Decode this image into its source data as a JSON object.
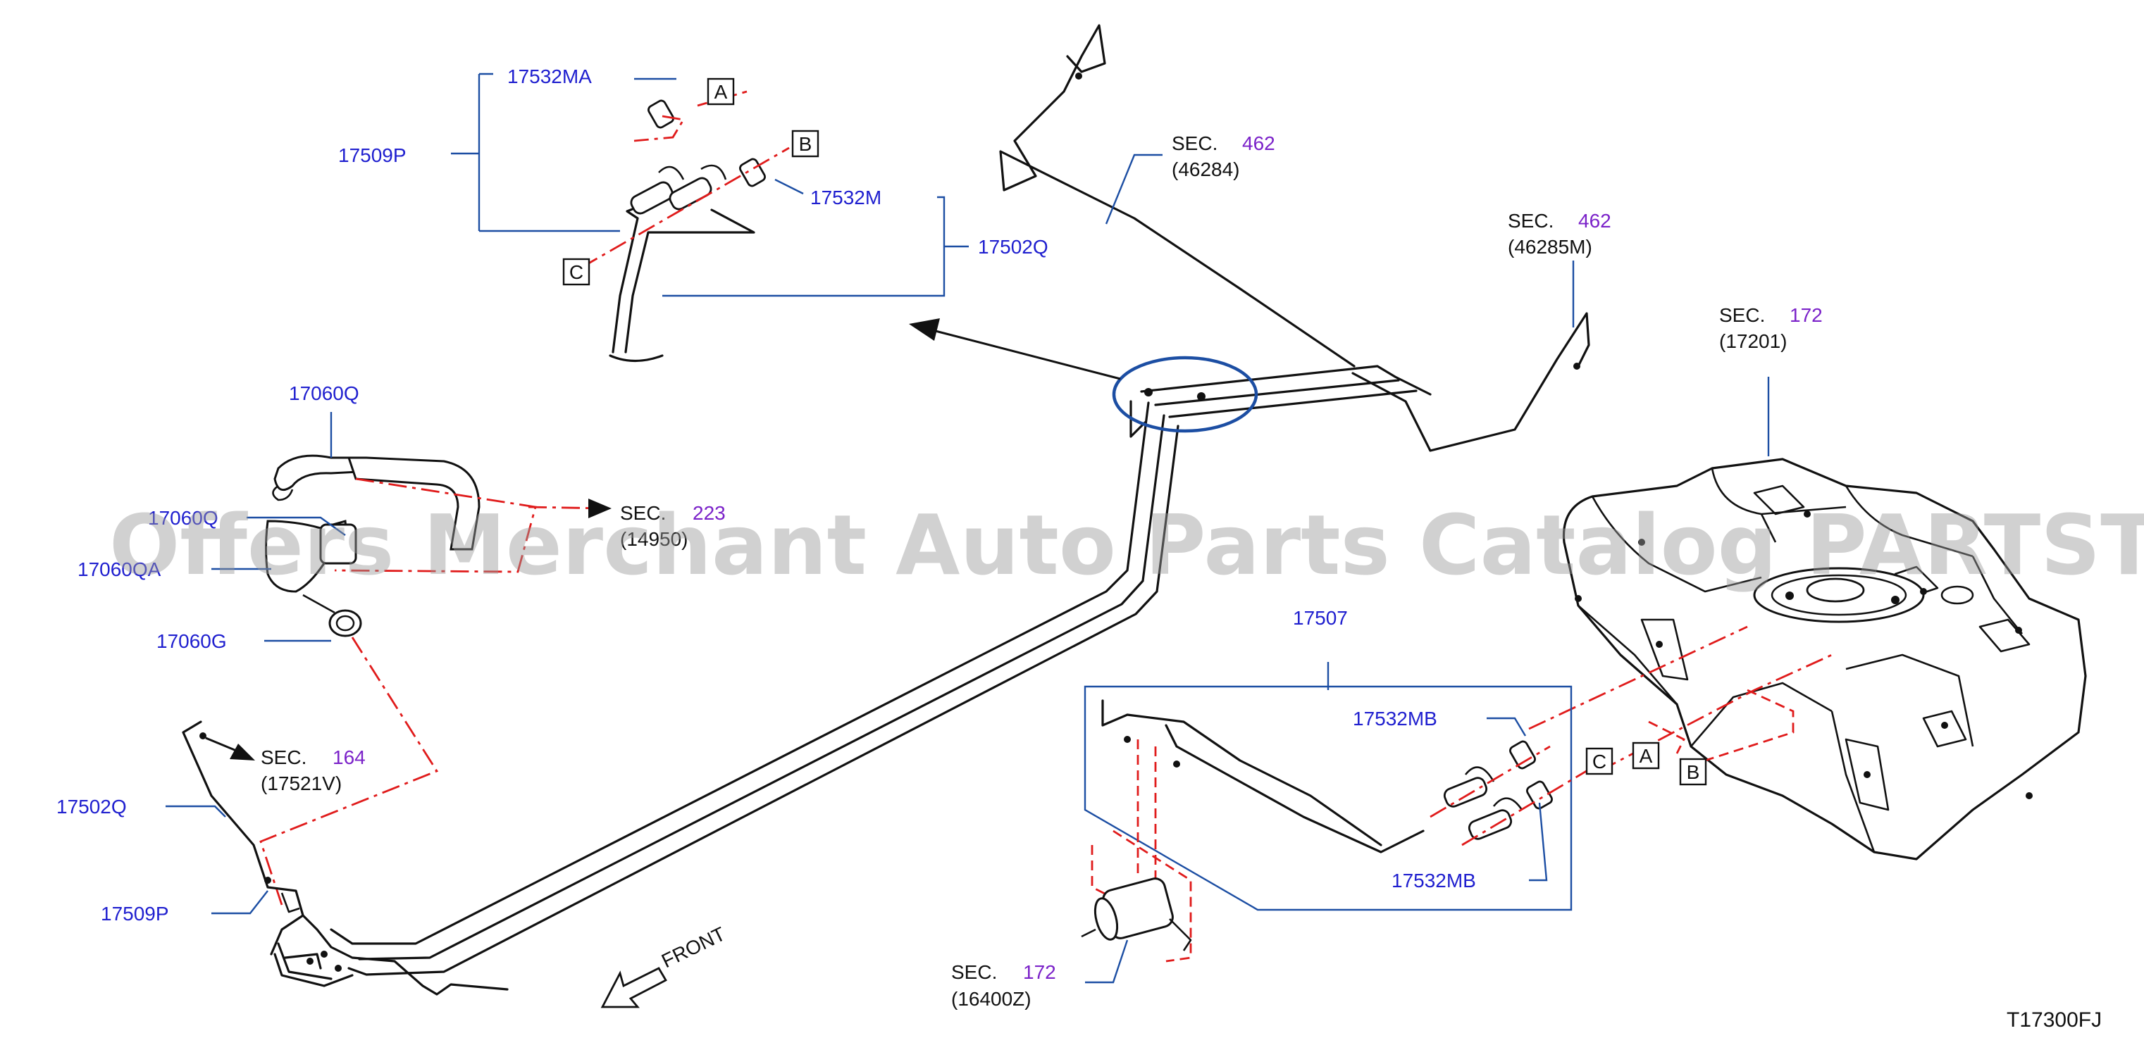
{
  "diagram_id": "T17300FJ",
  "watermark": "Offers Merchant Auto Parts Catalog PARTSTORE.SA",
  "direction_label": "FRONT",
  "callout_letters": {
    "a": "A",
    "b": "B",
    "c": "C"
  },
  "parts": {
    "p17532MA": "17532MA",
    "p17509P_top": "17509P",
    "p17532M": "17532M",
    "p17502Q_top": "17502Q",
    "p17060Q_top": "17060Q",
    "p17060Q_mid": "17060Q",
    "p17060QA": "17060QA",
    "p17060G": "17060G",
    "p17502Q_left": "17502Q",
    "p17509P_left": "17509P",
    "p17507": "17507",
    "p17532MB_top": "17532MB",
    "p17532MB_bottom": "17532MB"
  },
  "sections": {
    "sec_46284": {
      "word": "SEC.",
      "num": "462",
      "code": "(46284)"
    },
    "sec_46285M": {
      "word": "SEC.",
      "num": "462",
      "code": "(46285M)"
    },
    "sec_17201": {
      "word": "SEC.",
      "num": "172",
      "code": "(17201)"
    },
    "sec_223": {
      "word": "SEC.",
      "num": "223",
      "code": "(14950)"
    },
    "sec_17521V": {
      "word": "SEC.",
      "num": "164",
      "code": "(17521V)"
    },
    "sec_16400Z": {
      "word": "SEC.",
      "num": "172",
      "code": "(16400Z)"
    }
  },
  "colors": {
    "leader": "#1c4ea3",
    "part_number": "#1f1fcf",
    "section_number": "#7b22c9",
    "dash": "#e01b1b",
    "line": "#111111"
  }
}
